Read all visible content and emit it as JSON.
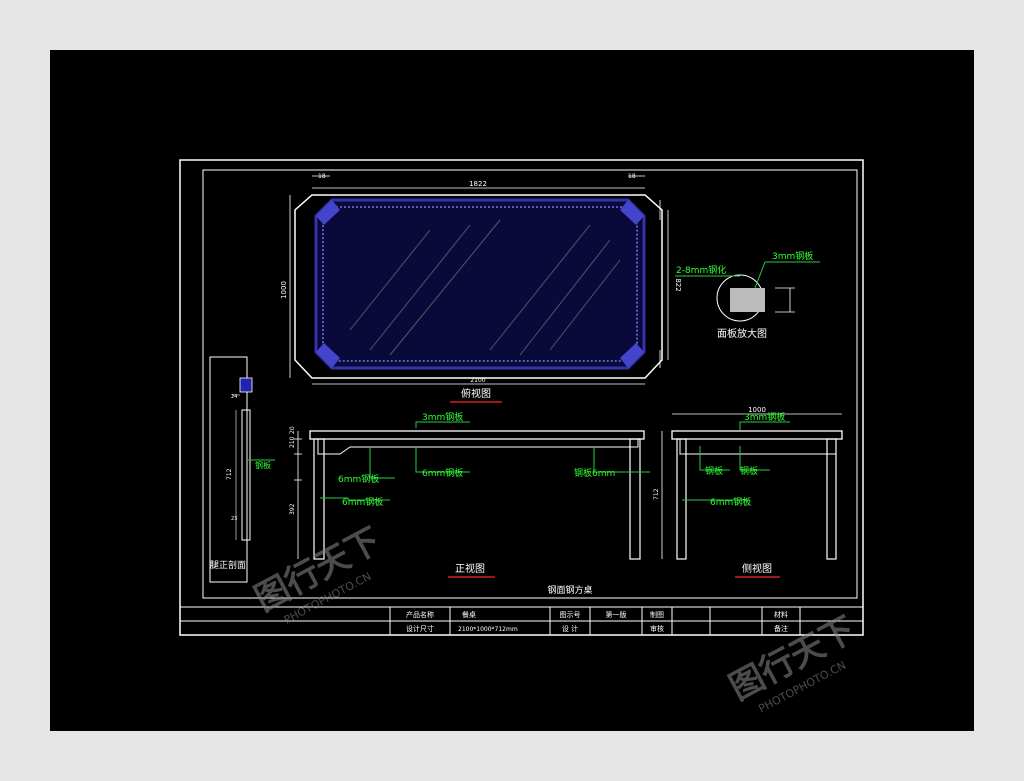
{
  "colors": {
    "frame_bg": "#e6e6e6",
    "drawing_bg": "#000000",
    "line": "#ffffff",
    "label_green": "#33ff33",
    "leader_green": "#22cc44",
    "underline_red": "#d02020",
    "glass_blue": "#0a0a3a",
    "dots_blue": "#8888ff"
  },
  "views": {
    "top": "俯视图",
    "front": "正视图",
    "side": "侧视图",
    "section": "腿正剖面",
    "detail": "面板放大图"
  },
  "dims": {
    "top_width": "1822",
    "top_bottom": "2100",
    "top_left": "1000",
    "top_right": "822",
    "small_left": "18",
    "small_right": "18",
    "side_width": "1000",
    "front_total": "712",
    "front_top": "20",
    "front_mid": "210",
    "front_low": "392",
    "side_h": "712",
    "sect_h": "712",
    "sect_a": "24",
    "sect_b": "23"
  },
  "callouts": {
    "glass8": "2-8mm钢化",
    "steel3_detail": "3mm钢板",
    "steel3_front": "3mm钢板",
    "steel6_left": "6mm钢板",
    "steel6_mid": "6mm钢板",
    "steel6_right": "钢板6mm",
    "steel6_low": "6mm钢板",
    "steel3_side": "3mm钢板",
    "steel_sect": "钢板",
    "side_a": "钢板",
    "side_b": "钢板",
    "side_c": "6mm钢板"
  },
  "sheet_title": "钢面钢方桌",
  "title_block": {
    "product_name_label": "产品名称",
    "product_name": "餐桌",
    "design_size_label": "设计尺寸",
    "design_size": "2100*1000*712mm",
    "product_no_label": "图示号",
    "product_no": "第一版",
    "draw_label": "制图",
    "check_label": "审核",
    "material_label": "材料",
    "remark_label": "备注",
    "designer_label": "设 计"
  },
  "watermarks": {
    "brand": "图行天下",
    "site": "PHOTOPHOTO.CN"
  }
}
